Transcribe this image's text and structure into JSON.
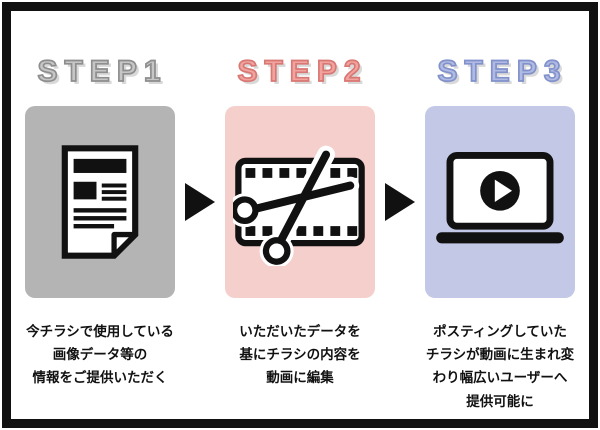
{
  "diagram": {
    "type": "process-steps",
    "arrow_color": "#111111",
    "icon_color": "#111111",
    "frame_color": "#111111",
    "background": "#ffffff",
    "heading_shadow": "#d9d9d9"
  },
  "steps": [
    {
      "label": "STEP1",
      "icon": "flyer-icon",
      "box_color": "#b4b4b4",
      "label_fill": "#c6c6c6",
      "label_outline": "#8e8e8e",
      "caption_lines": {
        "0": "今チラシで使用している",
        "1": "画像データ等の",
        "2": "情報をご提供いただく"
      }
    },
    {
      "label": "STEP2",
      "icon": "film-scissors-icon",
      "box_color": "#f4cfcc",
      "label_fill": "#f2a39f",
      "label_outline": "#d87873",
      "caption_lines": {
        "0": "いただいたデータを",
        "1": "基にチラシの内容を",
        "2": "動画に編集"
      }
    },
    {
      "label": "STEP3",
      "icon": "laptop-play-icon",
      "box_color": "#c2c8e5",
      "label_fill": "#b0bae2",
      "label_outline": "#8191cb",
      "caption_lines": {
        "0": "ポスティングしていた",
        "1": "チラシが動画に生まれ変",
        "2": "わり幅広いユーザーへ",
        "3": "提供可能に"
      }
    }
  ]
}
